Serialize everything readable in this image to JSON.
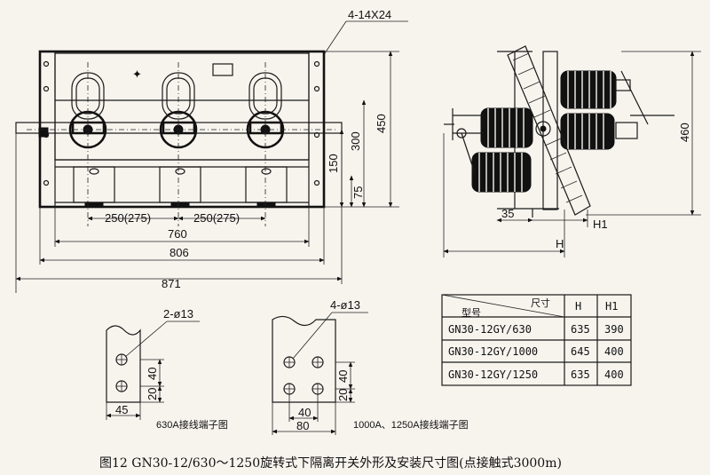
{
  "front_view": {
    "bolt_label": "4-14X24",
    "dims": {
      "phase_spacing_a": "250(275)",
      "phase_spacing_b": "250(275)",
      "width_760": "760",
      "width_806": "806",
      "width_871": "871",
      "height_450": "450",
      "height_300": "300",
      "height_150": "150",
      "height_75": "75"
    }
  },
  "side_view": {
    "dims": {
      "offset_35": "35",
      "h1": "H1",
      "h": "H",
      "height_460": "460"
    }
  },
  "spec_table": {
    "corner_top": "尺寸",
    "corner_bottom": "型号",
    "headers": [
      "H",
      "H1"
    ],
    "rows": [
      {
        "model": "GN30-12GY/630",
        "h": "635",
        "h1": "390"
      },
      {
        "model": "GN30-12GY/1000",
        "h": "645",
        "h1": "400"
      },
      {
        "model": "GN30-12GY/1250",
        "h": "635",
        "h1": "400"
      }
    ]
  },
  "terminal_630": {
    "hole_label": "2-ø13",
    "dim_40": "40",
    "dim_20": "20",
    "dim_45": "45",
    "caption": "630A接线端子图"
  },
  "terminal_1000_1250": {
    "hole_label": "4-ø13",
    "dim_40v": "40",
    "dim_20": "20",
    "dim_40h": "40",
    "dim_80": "80",
    "caption": "1000A、1250A接线端子图"
  },
  "figure_caption": "图12   GN30-12/630～1250旋转式下隔离开关外形及安装尺寸图(点接触式3000m)"
}
